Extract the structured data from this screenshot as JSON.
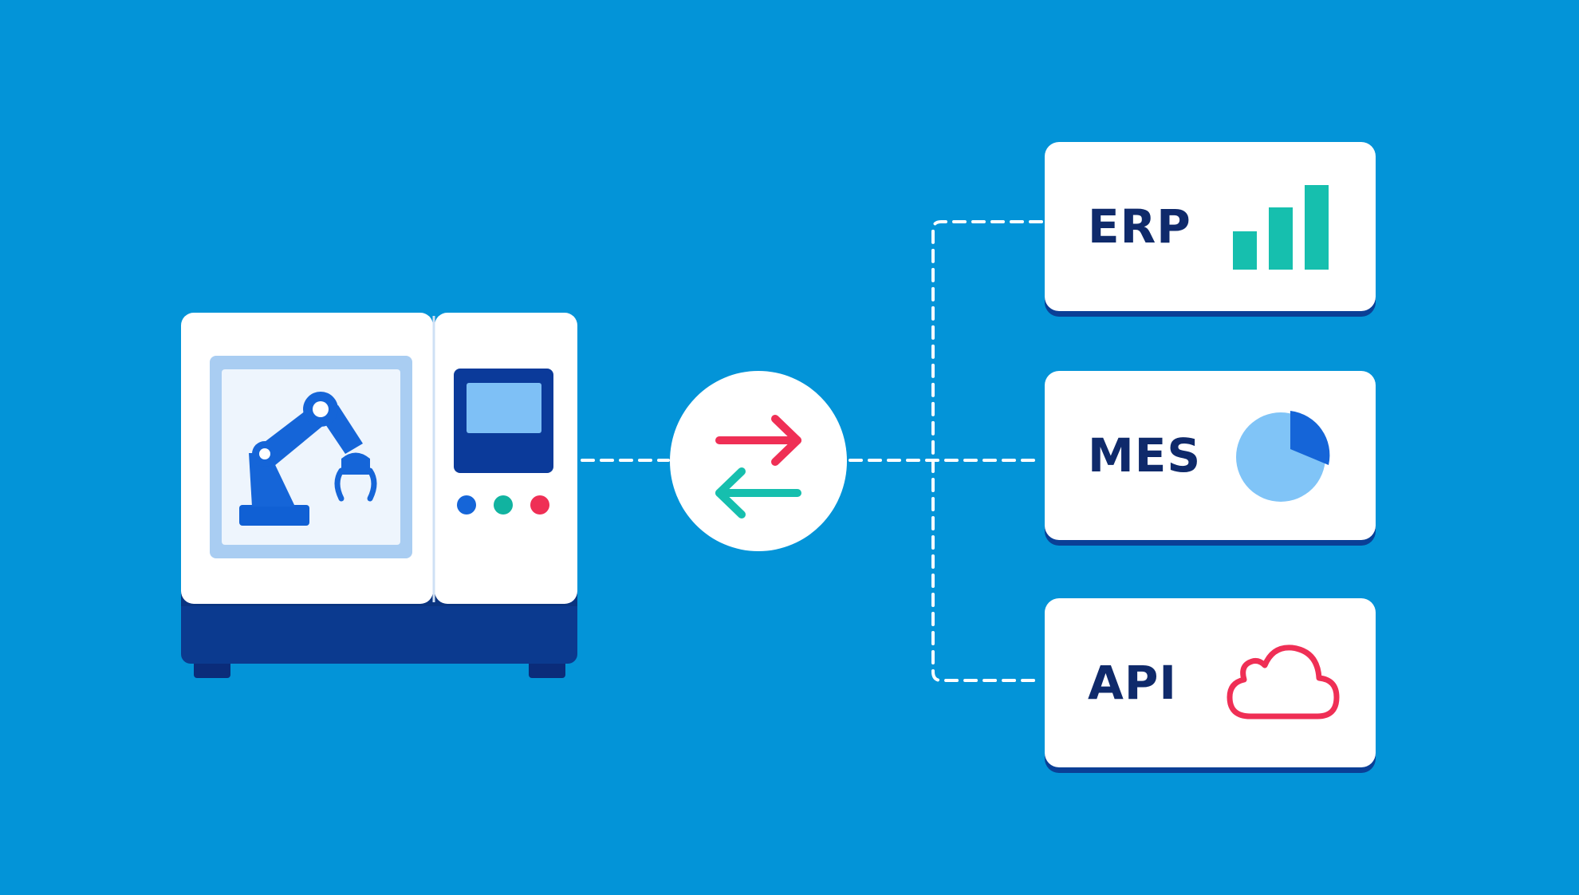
{
  "diagram": {
    "systems": [
      {
        "id": "erp",
        "label": "ERP",
        "icon": "bar-chart-icon"
      },
      {
        "id": "mes",
        "label": "MES",
        "icon": "pie-chart-icon"
      },
      {
        "id": "api",
        "label": "API",
        "icon": "cloud-icon"
      }
    ],
    "machine": {
      "icon": "robotic-arm-icon",
      "indicator_colors": [
        "#1565d8",
        "#11b3a0",
        "#ef2f55"
      ]
    },
    "hub": {
      "icon": "bidirectional-arrows-icon"
    },
    "colors": {
      "background": "#0394d8",
      "navy": "#0f2a6b",
      "teal": "#16bfae",
      "red": "#ef2f55",
      "blue": "#1565d8",
      "light_blue": "#80c4f7"
    }
  }
}
